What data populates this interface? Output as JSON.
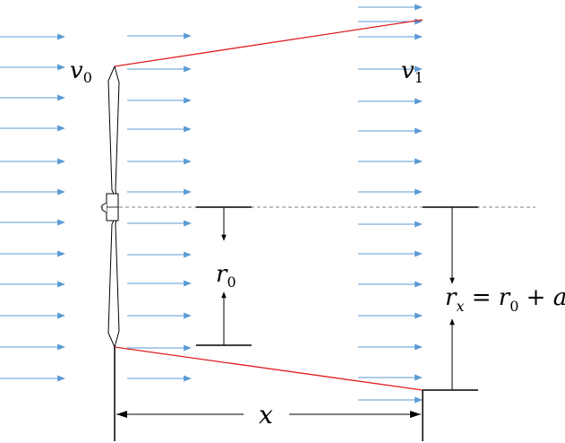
{
  "labels": {
    "v0_base": "v",
    "v0_sub": "0",
    "v1_base": "v",
    "v1_sub": "1",
    "r0_base": "r",
    "r0_sub": "0",
    "rx_base": "r",
    "rx_sub": "x",
    "rx_eq": " = ",
    "rx_r": "r",
    "rx_r_sub": "0",
    "rx_plus": " + ",
    "rx_a": "a",
    "rx_x": "x",
    "x_label": "x"
  },
  "colors": {
    "flow_arrow": "#5b9bd5",
    "wake_boundary": "#e02020",
    "line": "#000000",
    "centerline": "#808080"
  }
}
